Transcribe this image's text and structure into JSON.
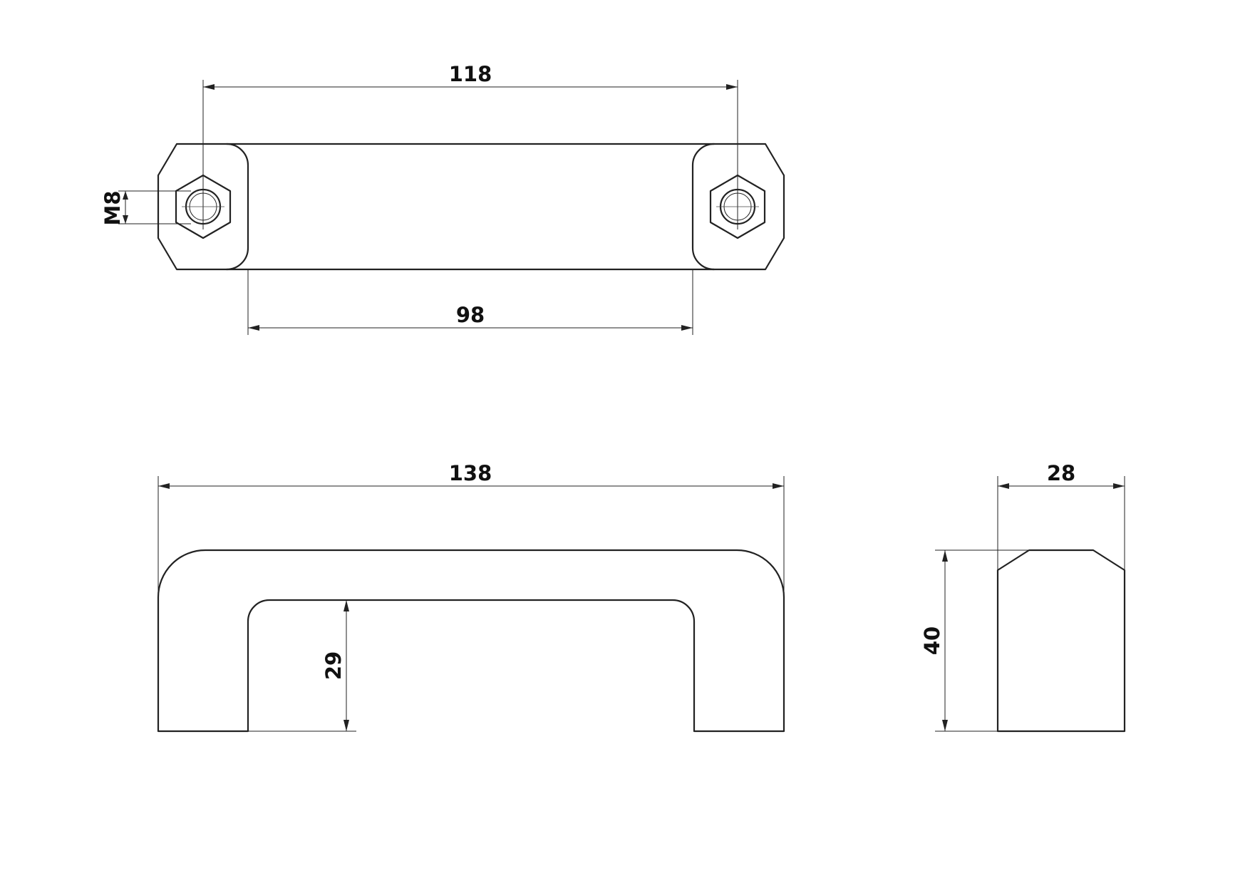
{
  "drawing": {
    "top_view": {
      "dim_hole_spacing": "118",
      "dim_inner_length": "98",
      "dim_thread": "M8"
    },
    "front_view": {
      "dim_overall_length": "138",
      "dim_inner_height": "29"
    },
    "side_view": {
      "dim_width": "28",
      "dim_height": "40"
    }
  }
}
